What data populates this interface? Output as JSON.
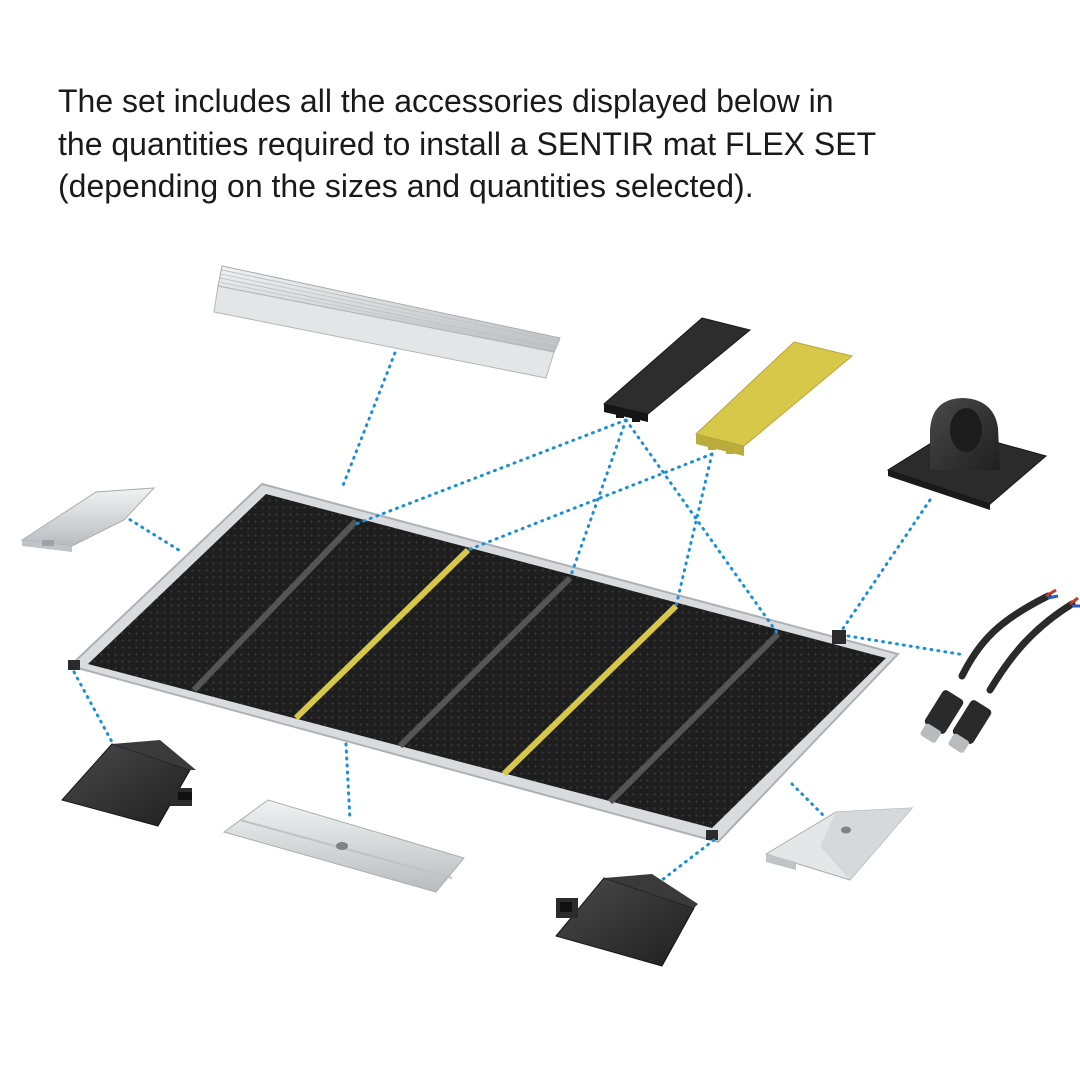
{
  "description": {
    "text": "The set includes all the accessories displayed below in\nthe quantities required to install a SENTIR mat FLEX SET\n(depending on the sizes and quantities selected)."
  },
  "colors": {
    "background": "#ffffff",
    "text": "#1a1a1a",
    "leader_line": "#1b8fd6",
    "mat_surface": "#1e1e1e",
    "mat_frame": "#d9dbde",
    "divider_strip": "#4a4a4a",
    "yellow_strip": "#d8c84a",
    "black_part": "#2b2b2b",
    "aluminium_part": "#cfd2d5"
  },
  "components": [
    {
      "id": "long-profile",
      "icon": "ribbed-aluminium-profile-icon"
    },
    {
      "id": "black-connector-strip",
      "icon": "black-strip-icon"
    },
    {
      "id": "yellow-connector-strip",
      "icon": "yellow-strip-icon"
    },
    {
      "id": "cable-outlet",
      "icon": "cable-outlet-icon"
    },
    {
      "id": "corner-profile-left",
      "icon": "corner-profile-icon"
    },
    {
      "id": "connection-cable",
      "icon": "cable-connector-icon"
    },
    {
      "id": "corner-piece-black-left",
      "icon": "corner-piece-icon"
    },
    {
      "id": "edge-profile",
      "icon": "edge-profile-icon"
    },
    {
      "id": "corner-piece-black-bottom",
      "icon": "corner-piece-icon"
    },
    {
      "id": "end-plate",
      "icon": "end-plate-icon"
    },
    {
      "id": "safety-mat",
      "icon": "safety-mat-icon"
    }
  ]
}
